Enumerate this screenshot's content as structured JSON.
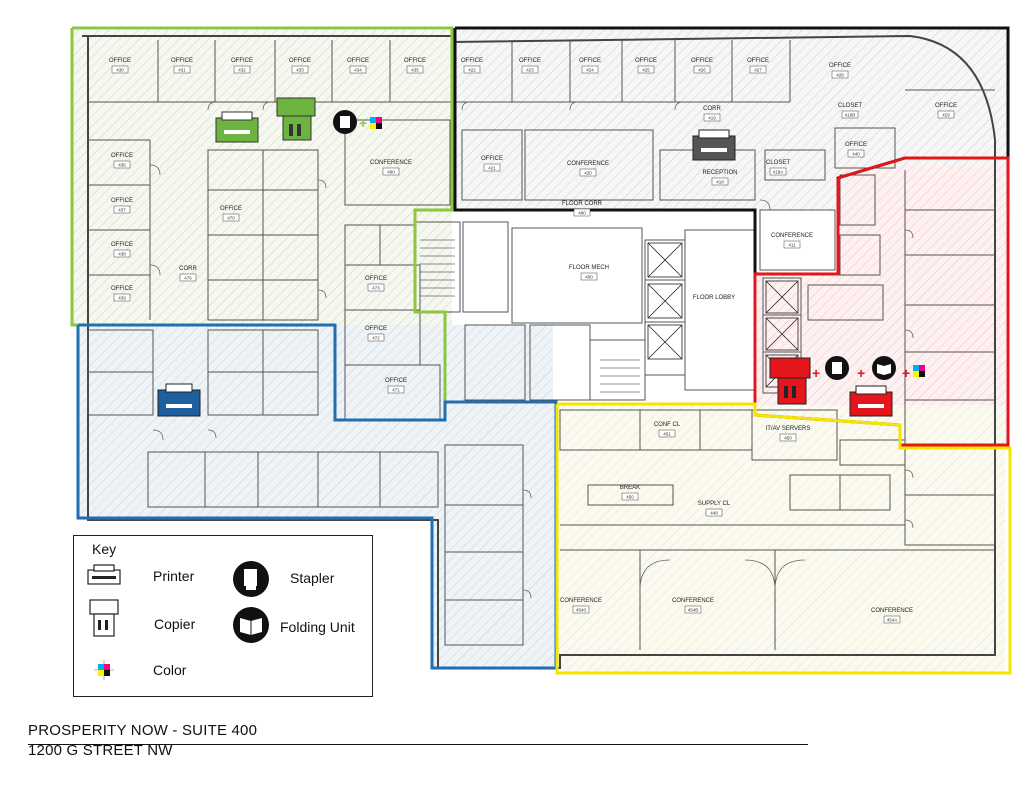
{
  "title": {
    "line1": "PROSPERITY NOW - SUITE 400",
    "line2": "1200 G STREET NW"
  },
  "legend": {
    "heading": "Key",
    "items": [
      {
        "label": "Printer",
        "icon": "printer-icon"
      },
      {
        "label": "Copier",
        "icon": "copier-icon"
      },
      {
        "label": "Color",
        "icon": "color-icon"
      },
      {
        "label": "Stapler",
        "icon": "stapler-icon"
      },
      {
        "label": "Folding Unit",
        "icon": "folding-unit-icon"
      }
    ]
  },
  "zone_colors": {
    "green": "#8dc63f",
    "black": "#111111",
    "blue": "#1f6fb2",
    "red": "#e4161b",
    "yellow": "#f2e500"
  },
  "rooms": [
    {
      "label": "OFFICE",
      "number": "430"
    },
    {
      "label": "OFFICE",
      "number": "431"
    },
    {
      "label": "OFFICE",
      "number": "432"
    },
    {
      "label": "OFFICE",
      "number": "433"
    },
    {
      "label": "OFFICE",
      "number": "434"
    },
    {
      "label": "OFFICE",
      "number": "435"
    },
    {
      "label": "OFFICE",
      "number": "436"
    },
    {
      "label": "OFFICE",
      "number": "437"
    },
    {
      "label": "OFFICE",
      "number": "438"
    },
    {
      "label": "OFFICE",
      "number": "439"
    },
    {
      "label": "OFFICE",
      "number": "422"
    },
    {
      "label": "OFFICE",
      "number": "423"
    },
    {
      "label": "OFFICE",
      "number": "424"
    },
    {
      "label": "OFFICE",
      "number": "425"
    },
    {
      "label": "OFFICE",
      "number": "426"
    },
    {
      "label": "OFFICE",
      "number": "427"
    },
    {
      "label": "OFFICE",
      "number": "428"
    },
    {
      "label": "OFFICE",
      "number": "429"
    },
    {
      "label": "OFFICE",
      "number": "421"
    },
    {
      "label": "CONFERENCE",
      "number": "420"
    },
    {
      "label": "RECEPTION",
      "number": "418"
    },
    {
      "label": "CLOSET",
      "number": "418A"
    },
    {
      "label": "CORR",
      "number": "419"
    },
    {
      "label": "CLOSET",
      "number": "419B"
    },
    {
      "label": "OFFICE",
      "number": "440"
    },
    {
      "label": "CONFERENCE",
      "number": "411"
    },
    {
      "label": "FLOOR CORR",
      "number": "480"
    },
    {
      "label": "CONFERENCE",
      "number": "490"
    },
    {
      "label": "CORR",
      "number": "476"
    },
    {
      "label": "OFFICE",
      "number": "470"
    },
    {
      "label": "OFFICE",
      "number": "471"
    },
    {
      "label": "OFFICE",
      "number": "472"
    },
    {
      "label": "OFFICE",
      "number": "473"
    },
    {
      "label": "CONFERENCE",
      "number": "4540"
    },
    {
      "label": "CONFERENCE",
      "number": "454B"
    },
    {
      "label": "CONFERENCE",
      "number": "454A"
    },
    {
      "label": "BREAK",
      "number": "450"
    },
    {
      "label": "SUPPLY CL",
      "number": "448"
    },
    {
      "label": "IT/AV SERVERS",
      "number": "450"
    },
    {
      "label": "CONF CL",
      "number": "451"
    },
    {
      "label": "FLOOR MECH",
      "number": "400"
    },
    {
      "label": "FLOOR LOBBY",
      "number": ""
    }
  ]
}
